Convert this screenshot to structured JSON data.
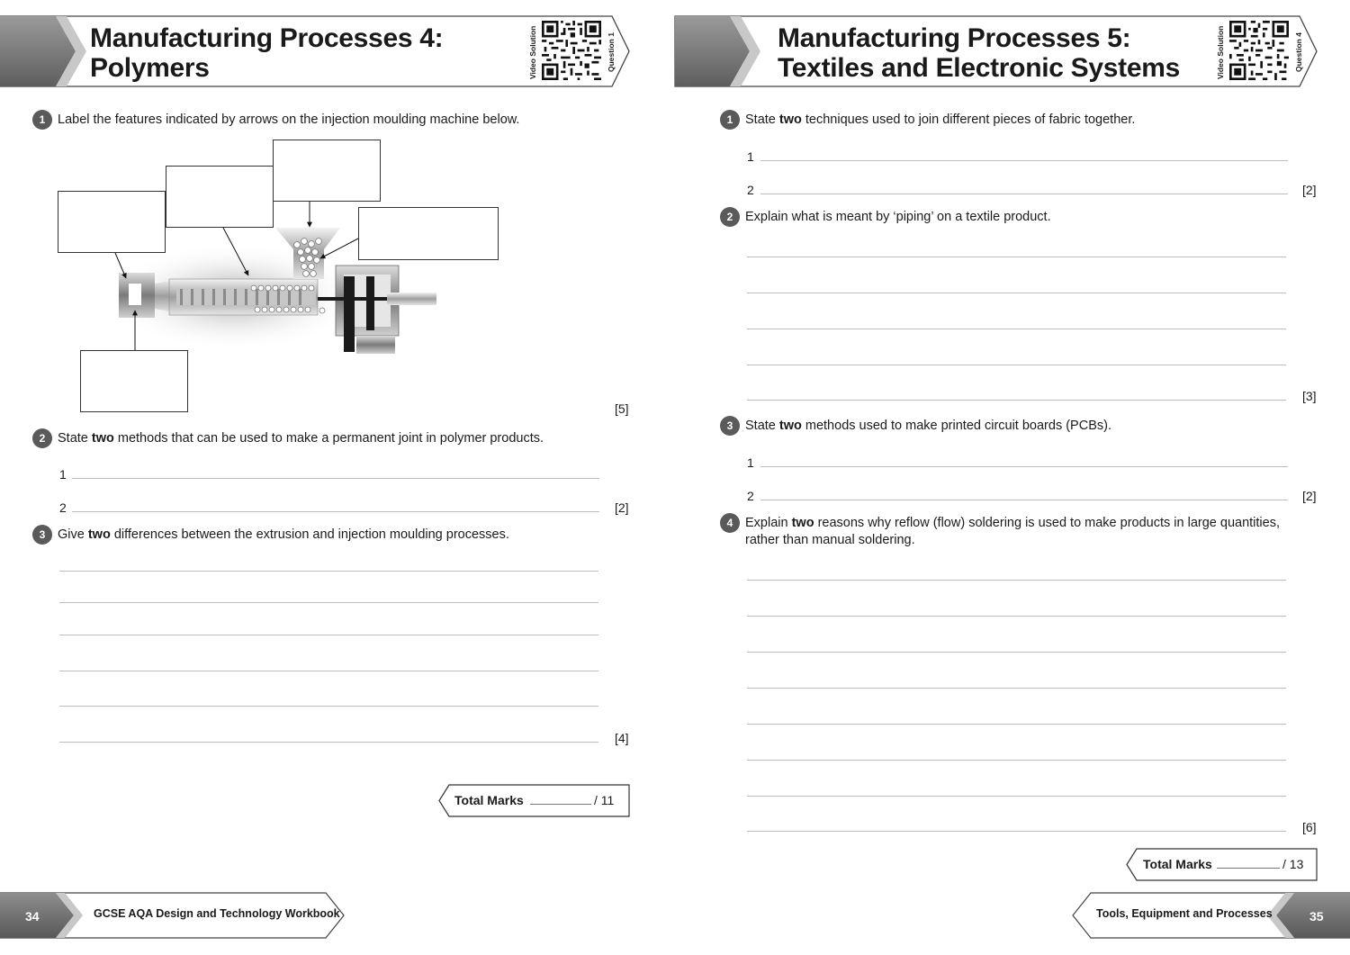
{
  "left": {
    "title_line1": "Manufacturing Processes 4:",
    "title_line2": "Polymers",
    "video_label": "Video Solution",
    "question_label": "Question 1",
    "q1": {
      "num": "1",
      "text": "Label the features indicated by arrows on the injection moulding machine below.",
      "marks": "[5]"
    },
    "q2": {
      "num": "2",
      "pre": "State ",
      "bold": "two",
      "post": " methods that can be used to make a permanent joint in polymer products.",
      "line1": "1",
      "line2": "2",
      "marks": "[2]"
    },
    "q3": {
      "num": "3",
      "pre": "Give ",
      "bold": "two",
      "post": " differences between the extrusion and injection moulding processes.",
      "marks": "[4]"
    },
    "total": {
      "label": "Total Marks",
      "denominator": "/ 11"
    },
    "footer": {
      "page": "34",
      "book": "GCSE AQA Design and Technology Workbook"
    }
  },
  "right": {
    "title_line1": "Manufacturing Processes 5:",
    "title_line2": "Textiles and Electronic Systems",
    "video_label": "Video Solution",
    "question_label": "Question 4",
    "q1": {
      "num": "1",
      "pre": "State ",
      "bold": "two",
      "post": " techniques used to join different pieces of fabric together.",
      "line1": "1",
      "line2": "2",
      "marks": "[2]"
    },
    "q2": {
      "num": "2",
      "text": "Explain what is meant by ‘piping’ on a textile product.",
      "marks": "[3]"
    },
    "q3": {
      "num": "3",
      "pre": "State ",
      "bold": "two",
      "post": " methods used to make printed circuit boards (PCBs).",
      "line1": "1",
      "line2": "2",
      "marks": "[2]"
    },
    "q4": {
      "num": "4",
      "pre": "Explain ",
      "bold": "two",
      "post": " reasons why reflow (flow) soldering is used to make products in large quantities,",
      "line2text": "rather than manual soldering.",
      "marks": "[6]"
    },
    "total": {
      "label": "Total Marks",
      "denominator": "/ 13"
    },
    "footer": {
      "page": "35",
      "section": "Tools, Equipment and Processes"
    }
  }
}
